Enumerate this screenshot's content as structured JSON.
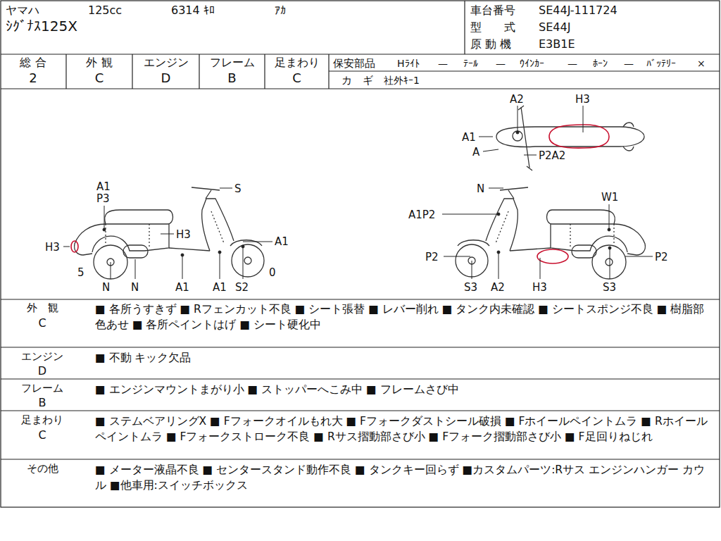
{
  "diagram": {
    "labels": [
      "ヤマハ",
      "125cc",
      "6314 ｷﾛ",
      "ｱｶ",
      "ｼｸﾞﾅｽ125X",
      "車台番号",
      "SE44J-111724",
      "型　　式",
      "SE44J",
      "原 動 機",
      "E3B1E",
      "総 合",
      "2",
      "外 観",
      "C",
      "エンジン",
      "D",
      "フレーム",
      "B",
      "足まわり",
      "C",
      "保安部品",
      "Hﾗｲﾄ",
      "—",
      "ﾃｰﾙ",
      "—",
      "ｳｲﾝｶｰ",
      "—",
      "ﾎｰﾝ",
      "—",
      "ﾊﾞｯﾃﾘｰ",
      "×",
      "カ　ギ",
      "社外ｷｰ1",
      "A2",
      "H3",
      "A1",
      "A",
      "P2A2",
      "A1",
      "P3",
      "S",
      "H3",
      "H3",
      "A1",
      "5",
      "N",
      "N",
      "A1",
      "A1",
      "S2",
      "0",
      "N",
      "W1",
      "A1P2",
      "P2",
      "P2",
      "S3",
      "A2",
      "H3",
      "S3",
      "外　観",
      "C",
      "■ 各所うすきず ■ Rフェンカット不良 ■ シート張替 ■ レバー削れ ■ タンク内未確認 ■ シートスポンジ不良 ■ 樹脂部色あせ ■ 各所ペイントはげ ■ シート硬化中",
      "エンジン",
      "D",
      "■ 不動 キック欠品",
      "フレーム",
      "B",
      "■ エンジンマウントまがり小 ■ ストッパーへこみ中 ■ フレームさび中",
      "足まわり",
      "C",
      "■ ステムベアリングX ■ Fフォークオイルもれ大 ■ Fフォークダストシール破損 ■ Fホイールペイントムラ ■ Rホイールペイントムラ ■ Fフォークストローク不良 ■ Rサス摺動部さび小 ■ Fフォーク摺動部さび小 ■ F足回りねじれ",
      "その他",
      "■ メーター液晶不良 ■ センタースタンド動作不良 ■ タンクキー回らず ■カスタムパーツ:Rサス エンジンハンガー カウル ■他車用:スイッチボックス"
    ]
  }
}
